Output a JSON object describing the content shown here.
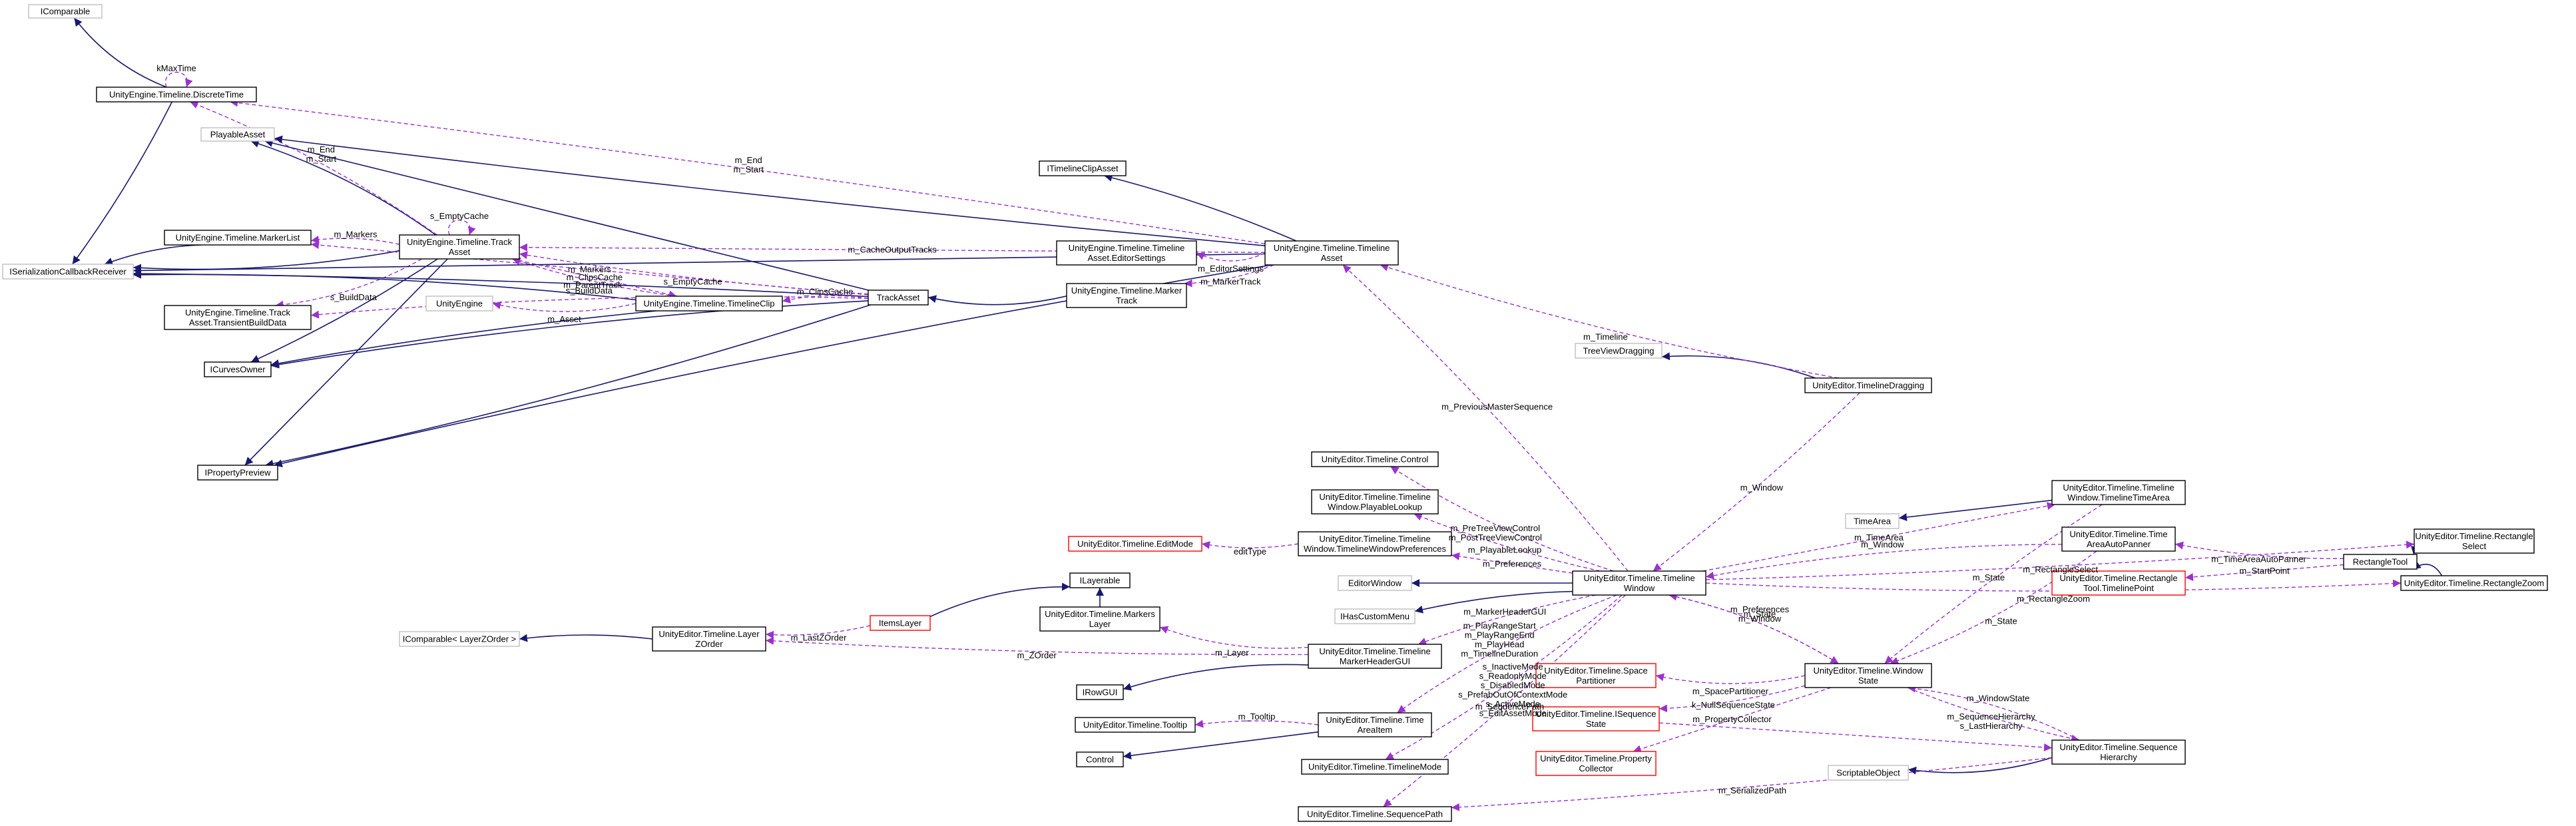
{
  "colors": {
    "inheritance": "#191970",
    "usage": "#9a32cd",
    "documented_border": "#000000",
    "external_border": "#bfbfbf",
    "undocumented_border": "#ff0000",
    "focus_fill": "#bfbfbf"
  },
  "nodes": [
    {
      "id": "IComparable",
      "lines": [
        "IComparable"
      ],
      "style": "external"
    },
    {
      "id": "DiscreteTime",
      "lines": [
        "UnityEngine.Timeline.DiscreteTime"
      ],
      "style": "normal"
    },
    {
      "id": "PlayableAsset",
      "lines": [
        "PlayableAsset"
      ],
      "style": "external"
    },
    {
      "id": "MarkerList",
      "lines": [
        "UnityEngine.Timeline.MarkerList"
      ],
      "style": "normal"
    },
    {
      "id": "ISerialization",
      "lines": [
        "ISerializationCallbackReceiver"
      ],
      "style": "external"
    },
    {
      "id": "TransientBuildData",
      "lines": [
        "UnityEngine.Timeline.Track",
        "Asset.TransientBuildData"
      ],
      "style": "normal"
    },
    {
      "id": "ICurvesOwner",
      "lines": [
        "ICurvesOwner"
      ],
      "style": "normal"
    },
    {
      "id": "IPropertyPreview",
      "lines": [
        "IPropertyPreview"
      ],
      "style": "normal"
    },
    {
      "id": "TrackAssetNS",
      "lines": [
        "UnityEngine.Timeline.Track",
        "Asset"
      ],
      "style": "normal"
    },
    {
      "id": "UnityEngine",
      "lines": [
        "UnityEngine"
      ],
      "style": "external"
    },
    {
      "id": "TimelineClip",
      "lines": [
        "UnityEngine.Timeline.TimelineClip"
      ],
      "style": "normal"
    },
    {
      "id": "TrackAsset",
      "lines": [
        "TrackAsset"
      ],
      "style": "normal"
    },
    {
      "id": "ITimelineClipAsset",
      "lines": [
        "ITimelineClipAsset"
      ],
      "style": "normal"
    },
    {
      "id": "EditorSettings",
      "lines": [
        "UnityEngine.Timeline.Timeline",
        "Asset.EditorSettings"
      ],
      "style": "normal"
    },
    {
      "id": "MarkerTrack",
      "lines": [
        "UnityEngine.Timeline.Marker",
        "Track"
      ],
      "style": "normal"
    },
    {
      "id": "TimelineAsset",
      "lines": [
        "UnityEngine.Timeline.Timeline",
        "Asset"
      ],
      "style": "normal"
    },
    {
      "id": "TreeViewDragging",
      "lines": [
        "TreeViewDragging"
      ],
      "style": "external"
    },
    {
      "id": "TimelineDragging",
      "lines": [
        "UnityEditor.TimelineDragging"
      ],
      "style": "focus"
    },
    {
      "id": "Control",
      "lines": [
        "UnityEditor.Timeline.Control"
      ],
      "style": "normal"
    },
    {
      "id": "PlayableLookup",
      "lines": [
        "UnityEditor.Timeline.Timeline",
        "Window.PlayableLookup"
      ],
      "style": "normal"
    },
    {
      "id": "EditMode",
      "lines": [
        "UnityEditor.Timeline.EditMode"
      ],
      "style": "undocumented"
    },
    {
      "id": "WindowPreferences",
      "lines": [
        "UnityEditor.Timeline.Timeline",
        "Window.TimelineWindowPreferences"
      ],
      "style": "normal"
    },
    {
      "id": "EditorWindow",
      "lines": [
        "EditorWindow"
      ],
      "style": "external"
    },
    {
      "id": "IHasCustomMenu",
      "lines": [
        "IHasCustomMenu"
      ],
      "style": "external"
    },
    {
      "id": "TimelineWindow",
      "lines": [
        "UnityEditor.Timeline.Timeline",
        "Window"
      ],
      "style": "normal"
    },
    {
      "id": "TimelineTimeArea",
      "lines": [
        "UnityEditor.Timeline.Timeline",
        "Window.TimelineTimeArea"
      ],
      "style": "normal"
    },
    {
      "id": "TimeArea",
      "lines": [
        "TimeArea"
      ],
      "style": "external"
    },
    {
      "id": "TimeAreaAutoPanner",
      "lines": [
        "UnityEditor.Timeline.Time",
        "AreaAutoPanner"
      ],
      "style": "normal"
    },
    {
      "id": "TimelinePoint",
      "lines": [
        "UnityEditor.Timeline.Rectangle",
        "Tool.TimelinePoint"
      ],
      "style": "undocumented"
    },
    {
      "id": "RectangleTool",
      "lines": [
        "RectangleTool"
      ],
      "style": "normal"
    },
    {
      "id": "RectangleSelect",
      "lines": [
        "UnityEditor.Timeline.Rectangle",
        "Select"
      ],
      "style": "normal"
    },
    {
      "id": "RectangleZoom",
      "lines": [
        "UnityEditor.Timeline.RectangleZoom"
      ],
      "style": "normal"
    },
    {
      "id": "ILayerable",
      "lines": [
        "ILayerable"
      ],
      "style": "normal"
    },
    {
      "id": "ItemsLayer",
      "lines": [
        "ItemsLayer"
      ],
      "style": "undocumented"
    },
    {
      "id": "MarkersLayer",
      "lines": [
        "UnityEditor.Timeline.Markers",
        "Layer"
      ],
      "style": "normal"
    },
    {
      "id": "IComparableLayer",
      "lines": [
        "IComparable< LayerZOrder >"
      ],
      "style": "external"
    },
    {
      "id": "LayerZOrder",
      "lines": [
        "UnityEditor.Timeline.Layer",
        "ZOrder"
      ],
      "style": "normal"
    },
    {
      "id": "MarkerHeaderGUI",
      "lines": [
        "UnityEditor.Timeline.Timeline",
        "MarkerHeaderGUI"
      ],
      "style": "normal"
    },
    {
      "id": "IRowGUI",
      "lines": [
        "IRowGUI"
      ],
      "style": "normal"
    },
    {
      "id": "Tooltip",
      "lines": [
        "UnityEditor.Timeline.Tooltip"
      ],
      "style": "normal"
    },
    {
      "id": "ControlBase",
      "lines": [
        "Control"
      ],
      "style": "normal"
    },
    {
      "id": "TimeAreaItem",
      "lines": [
        "UnityEditor.Timeline.Time",
        "AreaItem"
      ],
      "style": "normal"
    },
    {
      "id": "TimelineMode",
      "lines": [
        "UnityEditor.Timeline.TimelineMode"
      ],
      "style": "normal"
    },
    {
      "id": "SequencePath",
      "lines": [
        "UnityEditor.Timeline.SequencePath"
      ],
      "style": "normal"
    },
    {
      "id": "SpacePartitioner",
      "lines": [
        "UnityEditor.Timeline.Space",
        "Partitioner"
      ],
      "style": "undocumented"
    },
    {
      "id": "ISequenceState",
      "lines": [
        "UnityEditor.Timeline.ISequence",
        "State"
      ],
      "style": "undocumented"
    },
    {
      "id": "PropertyCollector",
      "lines": [
        "UnityEditor.Timeline.Property",
        "Collector"
      ],
      "style": "undocumented"
    },
    {
      "id": "WindowState",
      "lines": [
        "UnityEditor.Timeline.Window",
        "State"
      ],
      "style": "normal"
    },
    {
      "id": "SequenceHierarchy",
      "lines": [
        "UnityEditor.Timeline.Sequence",
        "Hierarchy"
      ],
      "style": "normal"
    },
    {
      "id": "ScriptableObject",
      "lines": [
        "ScriptableObject"
      ],
      "style": "external"
    }
  ],
  "edges": [
    {
      "from": "DiscreteTime",
      "to": "IComparable",
      "kind": "inheritance",
      "labels": []
    },
    {
      "from": "DiscreteTime",
      "to": "ISerialization",
      "kind": "inheritance",
      "labels": []
    },
    {
      "from": "DiscreteTime",
      "to": "DiscreteTime",
      "kind": "usage",
      "labels": [
        "kMaxTime"
      ]
    },
    {
      "from": "MarkerList",
      "to": "ISerialization",
      "kind": "inheritance",
      "labels": []
    },
    {
      "from": "TrackAssetNS",
      "to": "PlayableAsset",
      "kind": "inheritance",
      "labels": []
    },
    {
      "from": "TrackAssetNS",
      "to": "ISerialization",
      "kind": "inheritance",
      "labels": []
    },
    {
      "from": "TrackAssetNS",
      "to": "ICurvesOwner",
      "kind": "inheritance",
      "labels": []
    },
    {
      "from": "TrackAssetNS",
      "to": "IPropertyPreview",
      "kind": "inheritance",
      "labels": []
    },
    {
      "from": "TrackAssetNS",
      "to": "MarkerList",
      "kind": "usage",
      "labels": [
        "m_Markers"
      ]
    },
    {
      "from": "TrackAssetNS",
      "to": "DiscreteTime",
      "kind": "usage",
      "labels": [
        "m_End",
        "m_Start"
      ]
    },
    {
      "from": "TrackAssetNS",
      "to": "TransientBuildData",
      "kind": "usage",
      "labels": [
        "s_BuildData"
      ]
    },
    {
      "from": "TrackAssetNS",
      "to": "TrackAssetNS",
      "kind": "usage",
      "labels": [
        "s_EmptyCache"
      ]
    },
    {
      "from": "TrackAssetNS",
      "to": "TimelineClip",
      "kind": "usage",
      "labels": [
        "m_ClipsCache"
      ]
    },
    {
      "from": "TimelineClip",
      "to": "ICurvesOwner",
      "kind": "inheritance",
      "labels": []
    },
    {
      "from": "TimelineClip",
      "to": "ISerialization",
      "kind": "inheritance",
      "labels": []
    },
    {
      "from": "TimelineClip",
      "to": "UnityEngine",
      "kind": "usage",
      "labels": [
        "m_Asset"
      ]
    },
    {
      "from": "TimelineClip",
      "to": "TrackAssetNS",
      "kind": "usage",
      "labels": [
        "m_ParentTrack"
      ]
    },
    {
      "from": "TrackAsset",
      "to": "PlayableAsset",
      "kind": "inheritance",
      "labels": []
    },
    {
      "from": "TrackAsset",
      "to": "ISerialization",
      "kind": "inheritance",
      "labels": []
    },
    {
      "from": "TrackAsset",
      "to": "ICurvesOwner",
      "kind": "inheritance",
      "labels": []
    },
    {
      "from": "TrackAsset",
      "to": "IPropertyPreview",
      "kind": "inheritance",
      "labels": []
    },
    {
      "from": "TrackAsset",
      "to": "TrackAssetNS",
      "kind": "usage",
      "labels": [
        "s_EmptyCache"
      ]
    },
    {
      "from": "TrackAsset",
      "to": "MarkerList",
      "kind": "usage",
      "labels": [
        "m_Markers"
      ]
    },
    {
      "from": "TrackAsset",
      "to": "TimelineClip",
      "kind": "usage",
      "labels": [
        "m_ClipsCache"
      ]
    },
    {
      "from": "TrackAsset",
      "to": "TransientBuildData",
      "kind": "usage",
      "labels": [
        "s_BuildData"
      ]
    },
    {
      "from": "MarkerTrack",
      "to": "TrackAsset",
      "kind": "inheritance",
      "labels": []
    },
    {
      "from": "TimelineAsset",
      "to": "PlayableAsset",
      "kind": "inheritance",
      "labels": []
    },
    {
      "from": "TimelineAsset",
      "to": "ISerialization",
      "kind": "inheritance",
      "labels": []
    },
    {
      "from": "TimelineAsset",
      "to": "ITimelineClipAsset",
      "kind": "inheritance",
      "labels": []
    },
    {
      "from": "TimelineAsset",
      "to": "IPropertyPreview",
      "kind": "inheritance",
      "labels": []
    },
    {
      "from": "TimelineAsset",
      "to": "EditorSettings",
      "kind": "usage",
      "labels": [
        "m_EditorSettings"
      ]
    },
    {
      "from": "TimelineAsset",
      "to": "MarkerTrack",
      "kind": "usage",
      "labels": [
        "m_MarkerTrack"
      ]
    },
    {
      "from": "TimelineAsset",
      "to": "TrackAssetNS",
      "kind": "usage",
      "labels": [
        "m_CacheOutputTracks"
      ]
    },
    {
      "from": "TimelineAsset",
      "to": "DiscreteTime",
      "kind": "usage",
      "labels": [
        "m_End",
        "m_Start"
      ]
    },
    {
      "from": "TimelineDragging",
      "to": "TreeViewDragging",
      "kind": "inheritance",
      "labels": []
    },
    {
      "from": "TimelineDragging",
      "to": "TimelineAsset",
      "kind": "usage",
      "labels": [
        "m_Timeline"
      ]
    },
    {
      "from": "TimelineDragging",
      "to": "TimelineWindow",
      "kind": "usage",
      "labels": [
        "m_Window"
      ]
    },
    {
      "from": "TimelineWindow",
      "to": "EditorWindow",
      "kind": "inheritance",
      "labels": []
    },
    {
      "from": "TimelineWindow",
      "to": "IHasCustomMenu",
      "kind": "inheritance",
      "labels": []
    },
    {
      "from": "TimelineWindow",
      "to": "TimelineAsset",
      "kind": "usage",
      "labels": [
        "m_PreviousMasterSequence"
      ]
    },
    {
      "from": "TimelineWindow",
      "to": "Control",
      "kind": "usage",
      "labels": [
        "m_PreTreeViewControl",
        "m_PostTreeViewControl"
      ]
    },
    {
      "from": "TimelineWindow",
      "to": "PlayableLookup",
      "kind": "usage",
      "labels": [
        "m_PlayableLookup"
      ]
    },
    {
      "from": "TimelineWindow",
      "to": "WindowPreferences",
      "kind": "usage",
      "labels": [
        "m_Preferences"
      ]
    },
    {
      "from": "TimelineWindow",
      "to": "MarkerHeaderGUI",
      "kind": "usage",
      "labels": [
        "m_MarkerHeaderGUI"
      ]
    },
    {
      "from": "TimelineWindow",
      "to": "TimeAreaItem",
      "kind": "usage",
      "labels": [
        "m_PlayRangeStart",
        "m_PlayRangeEnd",
        "m_PlayHead",
        "m_TimelineDuration"
      ]
    },
    {
      "from": "TimelineWindow",
      "to": "TimelineMode",
      "kind": "usage",
      "labels": [
        "s_InactiveMode",
        "s_ReadonlyMode",
        "s_DisabledMode",
        "s_PrefabOutOfContextMode",
        "s_ActiveMode",
        "s_EditAssetMode"
      ]
    },
    {
      "from": "TimelineWindow",
      "to": "SequencePath",
      "kind": "usage",
      "labels": [
        "m_SequencePath"
      ]
    },
    {
      "from": "TimelineWindow",
      "to": "TimelineTimeArea",
      "kind": "usage",
      "labels": [
        "m_TimeArea"
      ]
    },
    {
      "from": "TimelineWindow",
      "to": "RectangleSelect",
      "kind": "usage",
      "labels": [
        "m_RectangleSelect"
      ]
    },
    {
      "from": "TimelineWindow",
      "to": "RectangleZoom",
      "kind": "usage",
      "labels": [
        "m_RectangleZoom"
      ]
    },
    {
      "from": "TimelineWindow",
      "to": "WindowState",
      "kind": "usage",
      "labels": [
        "m_State"
      ]
    },
    {
      "from": "WindowPreferences",
      "to": "EditMode",
      "kind": "usage",
      "labels": [
        "editType"
      ]
    },
    {
      "from": "TimelineTimeArea",
      "to": "TimeArea",
      "kind": "inheritance",
      "labels": []
    },
    {
      "from": "TimelineTimeArea",
      "to": "WindowState",
      "kind": "usage",
      "labels": [
        "m_State"
      ]
    },
    {
      "from": "TimeAreaAutoPanner",
      "to": "TimelineWindow",
      "kind": "usage",
      "labels": [
        "m_Window"
      ]
    },
    {
      "from": "TimeAreaAutoPanner",
      "to": "WindowState",
      "kind": "usage",
      "labels": [
        "m_State"
      ]
    },
    {
      "from": "RectangleTool",
      "to": "TimeAreaAutoPanner",
      "kind": "usage",
      "labels": [
        "m_TimeAreaAutoPanner"
      ]
    },
    {
      "from": "RectangleTool",
      "to": "TimelinePoint",
      "kind": "usage",
      "labels": [
        "m_StartPoint"
      ]
    },
    {
      "from": "RectangleSelect",
      "to": "RectangleTool",
      "kind": "inheritance",
      "labels": []
    },
    {
      "from": "RectangleZoom",
      "to": "RectangleTool",
      "kind": "inheritance",
      "labels": []
    },
    {
      "from": "ItemsLayer",
      "to": "ILayerable",
      "kind": "inheritance",
      "labels": []
    },
    {
      "from": "ItemsLayer",
      "to": "LayerZOrder",
      "kind": "usage",
      "labels": [
        "m_LastZOrder"
      ]
    },
    {
      "from": "MarkersLayer",
      "to": "ILayerable",
      "kind": "inheritance",
      "labels": []
    },
    {
      "from": "LayerZOrder",
      "to": "IComparableLayer",
      "kind": "inheritance",
      "labels": []
    },
    {
      "from": "MarkerHeaderGUI",
      "to": "IRowGUI",
      "kind": "inheritance",
      "labels": []
    },
    {
      "from": "MarkerHeaderGUI",
      "to": "MarkersLayer",
      "kind": "usage",
      "labels": [
        "m_Layer"
      ]
    },
    {
      "from": "MarkerHeaderGUI",
      "to": "LayerZOrder",
      "kind": "usage",
      "labels": [
        "m_ZOrder"
      ]
    },
    {
      "from": "TimeAreaItem",
      "to": "ControlBase",
      "kind": "inheritance",
      "labels": []
    },
    {
      "from": "TimeAreaItem",
      "to": "Tooltip",
      "kind": "usage",
      "labels": [
        "m_Tooltip"
      ]
    },
    {
      "from": "WindowState",
      "to": "TimelineWindow",
      "kind": "usage",
      "labels": [
        "m_Preferences",
        "m_Window"
      ]
    },
    {
      "from": "WindowState",
      "to": "SpacePartitioner",
      "kind": "usage",
      "labels": [
        "m_SpacePartitioner"
      ]
    },
    {
      "from": "WindowState",
      "to": "ISequenceState",
      "kind": "usage",
      "labels": [
        "k_NullSequenceState"
      ]
    },
    {
      "from": "WindowState",
      "to": "PropertyCollector",
      "kind": "usage",
      "labels": [
        "m_PropertyCollector"
      ]
    },
    {
      "from": "WindowState",
      "to": "SequenceHierarchy",
      "kind": "usage",
      "labels": [
        "m_SequenceHierarchy",
        "s_LastHierarchy"
      ]
    },
    {
      "from": "SequenceHierarchy",
      "to": "WindowState",
      "kind": "usage",
      "labels": [
        "m_WindowState"
      ]
    },
    {
      "from": "SequenceHierarchy",
      "to": "ScriptableObject",
      "kind": "inheritance",
      "labels": []
    },
    {
      "from": "SequenceHierarchy",
      "to": "SequencePath",
      "kind": "usage",
      "labels": [
        "m_SerializedPath"
      ]
    },
    {
      "from": "ISequenceState",
      "to": "SequenceHierarchy",
      "kind": "usage",
      "labels": []
    }
  ]
}
